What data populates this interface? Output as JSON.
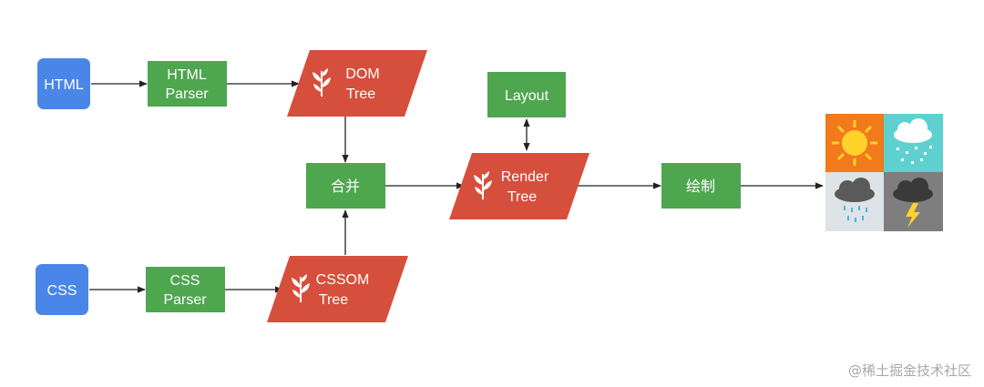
{
  "colors": {
    "input_blue": "#4a86e8",
    "process_green": "#4ea64f",
    "tree_red": "#d64f3c",
    "arrow": "#222222",
    "watermark": "#a9a9a9"
  },
  "nodes": {
    "html": {
      "label": "HTML"
    },
    "css": {
      "label": "CSS"
    },
    "html_parser": {
      "line1": "HTML",
      "line2": "Parser"
    },
    "css_parser": {
      "line1": "CSS",
      "line2": "Parser"
    },
    "dom_tree": {
      "line1": "DOM",
      "line2": "Tree",
      "icon": "plant-icon"
    },
    "cssom_tree": {
      "line1": "CSSOM",
      "line2": "Tree",
      "icon": "plant-icon"
    },
    "merge": {
      "label": "合并"
    },
    "render_tree": {
      "line1": "Render",
      "line2": "Tree",
      "icon": "plant-icon"
    },
    "layout": {
      "label": "Layout"
    },
    "paint": {
      "label": "绘制"
    },
    "output": {
      "icon": "weather-icons-grid"
    }
  },
  "watermark": "@稀土掘金技术社区"
}
